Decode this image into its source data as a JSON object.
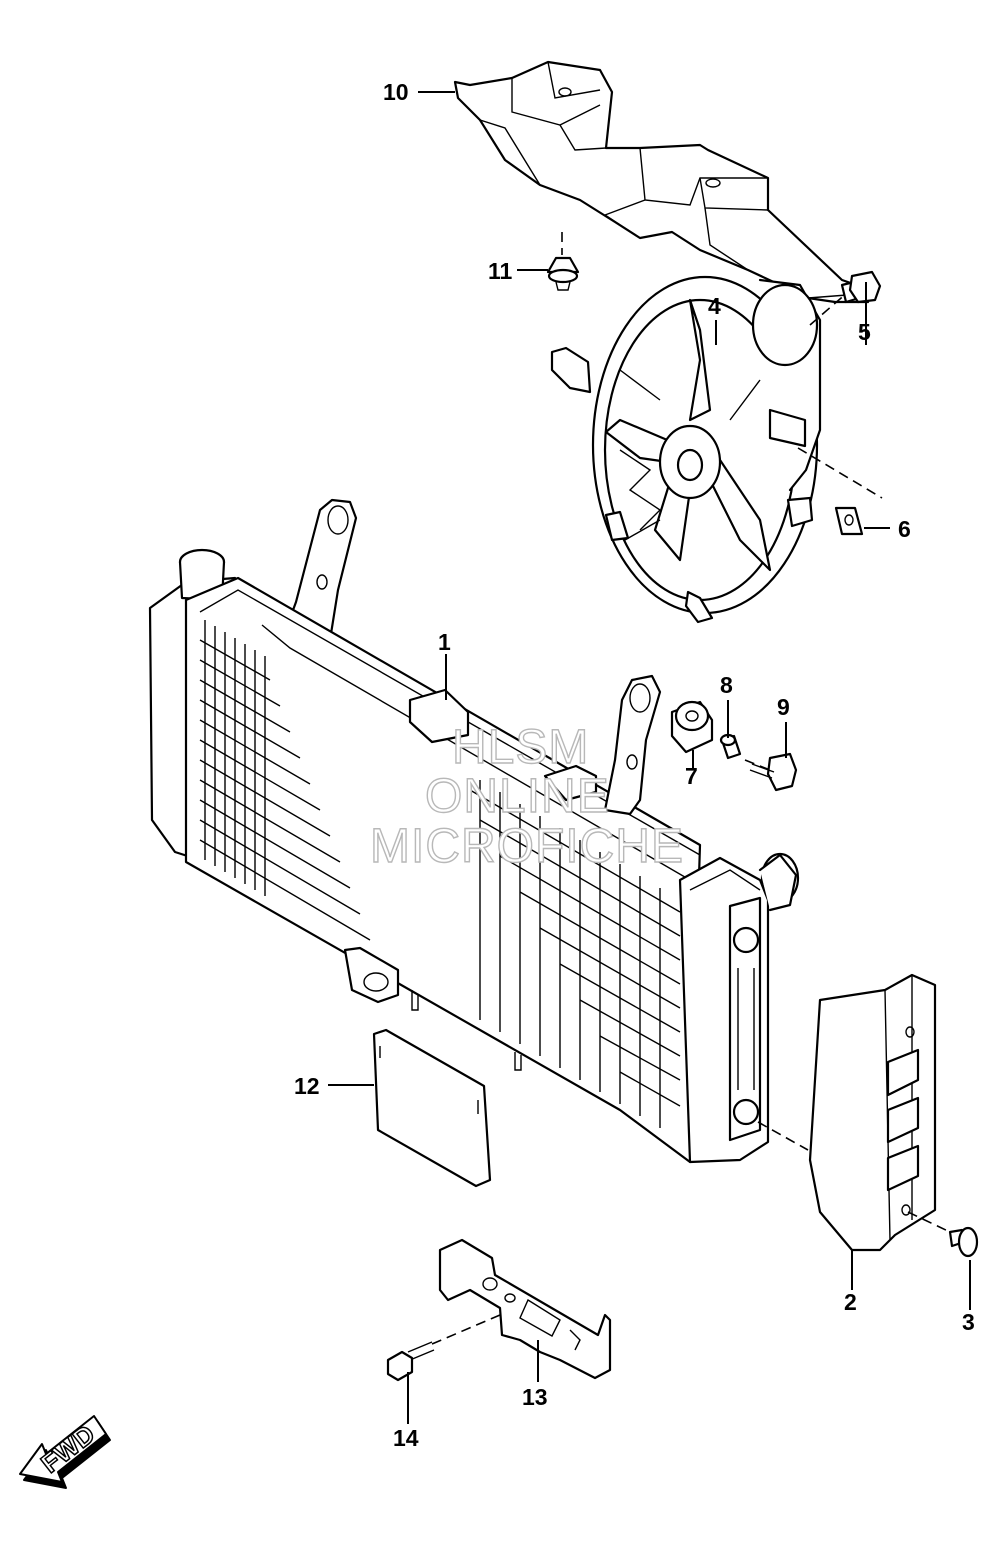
{
  "diagram": {
    "callouts": [
      {
        "id": "1",
        "label": "1"
      },
      {
        "id": "2",
        "label": "2"
      },
      {
        "id": "3",
        "label": "3"
      },
      {
        "id": "4",
        "label": "4"
      },
      {
        "id": "5",
        "label": "5"
      },
      {
        "id": "6",
        "label": "6"
      },
      {
        "id": "7",
        "label": "7"
      },
      {
        "id": "8",
        "label": "8"
      },
      {
        "id": "9",
        "label": "9"
      },
      {
        "id": "10",
        "label": "10"
      },
      {
        "id": "11",
        "label": "11"
      },
      {
        "id": "12",
        "label": "12"
      },
      {
        "id": "13",
        "label": "13"
      },
      {
        "id": "14",
        "label": "14"
      }
    ],
    "watermark": {
      "line1": "HLSM",
      "line2": "ONLINE",
      "line3": "MICROFICHE"
    },
    "direction_arrow": {
      "label": "FWD"
    }
  }
}
